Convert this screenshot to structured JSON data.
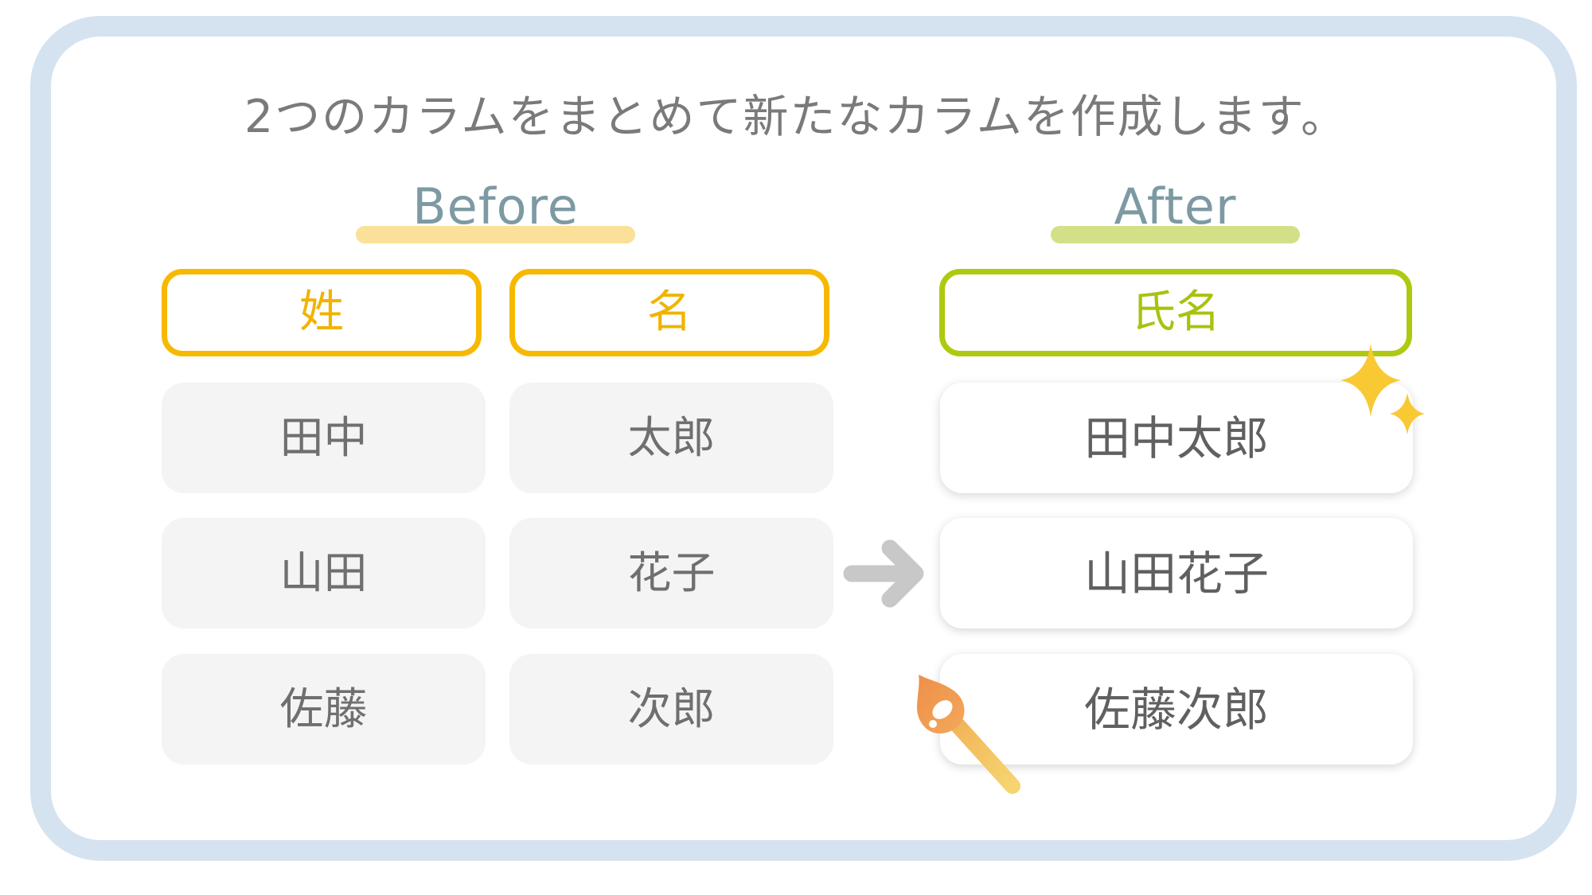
{
  "title": "2つのカラムをまとめて新たなカラムを作成します。",
  "before": {
    "label": "Before",
    "columns": [
      "姓",
      "名"
    ],
    "rows": [
      [
        "田中",
        "太郎"
      ],
      [
        "山田",
        "花子"
      ],
      [
        "佐藤",
        "次郎"
      ]
    ]
  },
  "after": {
    "label": "After",
    "column": "氏名",
    "rows": [
      "田中太郎",
      "山田花子",
      "佐藤次郎"
    ]
  },
  "colors": {
    "frame": "#d5e3f0",
    "before_accent": "#f7b900",
    "before_underline": "#fbe09a",
    "after_accent": "#afc910",
    "after_underline": "#d4e088",
    "arrow": "#c8c8c8",
    "sparkle": "#f9c934",
    "brush": "#f0a050"
  },
  "icons": [
    "arrow-right-icon",
    "sparkle-icon",
    "paint-brush-icon"
  ]
}
